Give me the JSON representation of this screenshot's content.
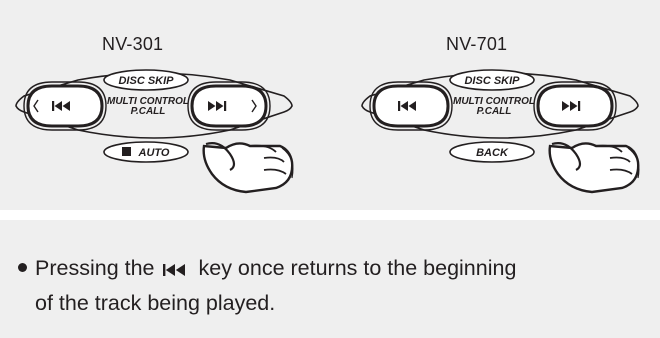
{
  "diagrams": [
    {
      "model": "NV-301",
      "top_button": "DISC SKIP",
      "center_label_1": "MULTI CONTROL",
      "center_label_2": "P.CALL",
      "bottom_button": "AUTO",
      "bottom_button_has_stop_square": true,
      "has_side_arrows": true
    },
    {
      "model": "NV-701",
      "top_button": "DISC SKIP",
      "center_label_1": "MULTI CONTROL",
      "center_label_2": "P.CALL",
      "bottom_button": "BACK",
      "bottom_button_has_stop_square": false,
      "has_side_arrows": false
    }
  ],
  "description": {
    "line1_before": "Pressing the",
    "key_icon": "skip-back-icon",
    "line1_after": "key once returns to the beginning",
    "line2": "of the track being played."
  },
  "colors": {
    "background": "#efefef",
    "ink": "#231f20",
    "button_fill": "#ffffff"
  }
}
